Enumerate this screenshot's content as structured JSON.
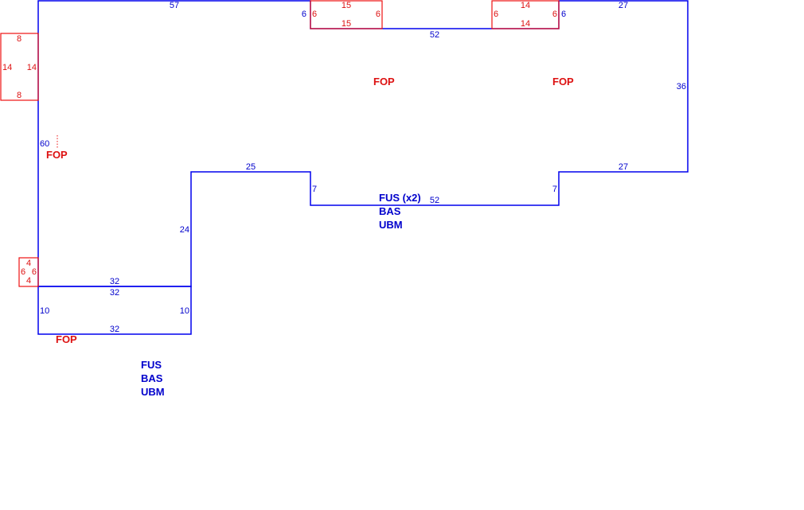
{
  "colors": {
    "outline": "#0000ee",
    "cutout": "#ee1111",
    "dim_blue": "#0000cc",
    "dim_red": "#dd1111"
  },
  "main_shape": {
    "dims": {
      "top_left": "57",
      "notch_left": "6",
      "notch_bottom": "52",
      "notch_right": "6",
      "top_right": "27",
      "right": "36",
      "step_right": "27",
      "bump_right": "7",
      "bump_bottom": "52",
      "bump_left": "7",
      "step_left": "25",
      "inner_left": "24",
      "bottom": "32",
      "left": "60"
    },
    "fop_labels": [
      "FOP",
      "FOP",
      "FOP"
    ],
    "material_labels": [
      "FUS (x2)",
      "BAS",
      "UBM"
    ]
  },
  "small_shape": {
    "dims": {
      "top": "32",
      "left": "10",
      "right": "10",
      "bottom": "32"
    },
    "fop_label": "FOP",
    "material_labels": [
      "FUS",
      "BAS",
      "UBM"
    ]
  },
  "cutouts": [
    {
      "top": "8",
      "left": "14",
      "right": "14",
      "bottom": "8"
    },
    {
      "top": "15",
      "left": "6",
      "right": "6",
      "bottom": "15"
    },
    {
      "top": "14",
      "left": "6",
      "right": "6",
      "bottom": "14"
    },
    {
      "top": "4",
      "left": "6",
      "right": "6",
      "bottom": "4"
    }
  ]
}
